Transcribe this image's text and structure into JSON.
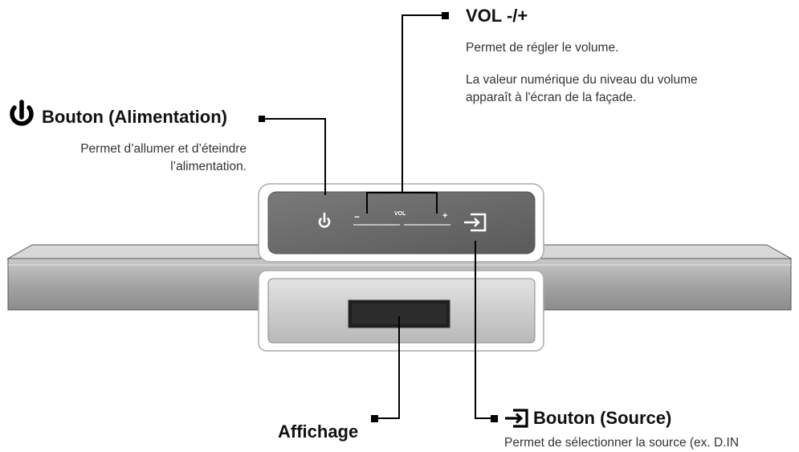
{
  "vol": {
    "title": "VOL -/+",
    "desc1": "Permet de régler le volume.",
    "desc2_line1": "La valeur numérique du niveau du volume",
    "desc2_line2": "apparaît à l'écran de la façade."
  },
  "power": {
    "title": "Bouton (Alimentation)",
    "desc_line1": "Permet d’allumer et d’éteindre",
    "desc_line2": "l’alimentation.",
    "icon": "power-icon"
  },
  "display": {
    "title": "Affichage"
  },
  "source": {
    "title": "Bouton (Source)",
    "desc_partial": "Permet de sélectionner la source (ex. D.IN",
    "icon": "source-input-icon"
  },
  "panel": {
    "vol_label": "VOL",
    "minus_label": "−",
    "plus_label": "+"
  },
  "colors": {
    "panel_dark": "#6b6b6b",
    "bar_silver": "#a9a9a9",
    "line": "#000000"
  }
}
